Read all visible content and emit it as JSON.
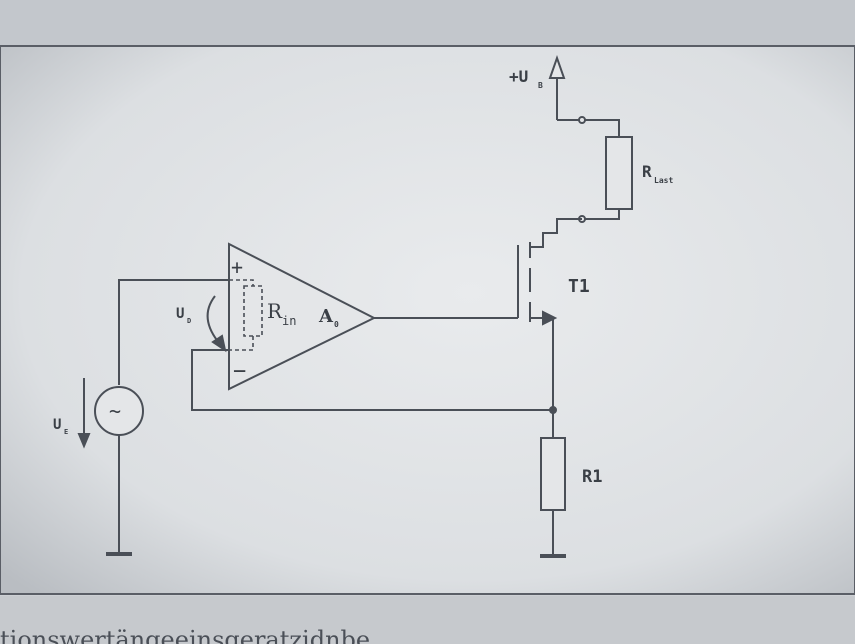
{
  "labels": {
    "supply": "+U",
    "supply_sub": "B",
    "load": "R",
    "load_sub": "Last",
    "transistor": "T1",
    "diff_voltage": "U",
    "diff_voltage_sub": "D",
    "input_resistance": "R",
    "input_resistance_sub": "in",
    "gain": "A",
    "gain_sub": "0",
    "input_voltage": "U",
    "input_voltage_sub": "E",
    "sense_resistor": "R1",
    "plus_sign": "+",
    "minus_sign": "−",
    "ac_symbol": "~"
  },
  "footer_text": "tionswertängeeinsgeratzidnbe",
  "colors": {
    "paper": "#e6e8ea",
    "wire": "#4a4f57",
    "text": "#3a3f46",
    "frame": "#5a5e66"
  }
}
